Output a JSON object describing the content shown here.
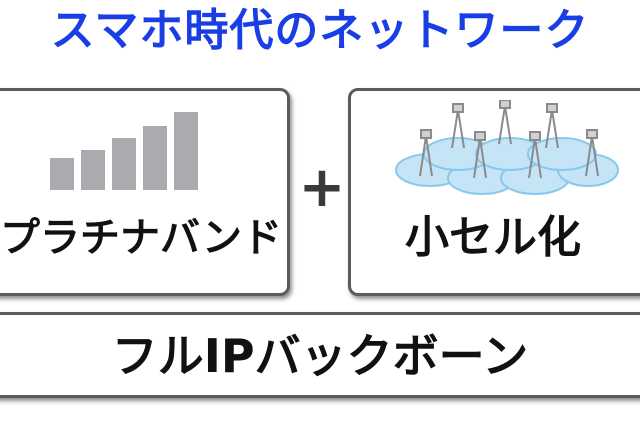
{
  "title": "スマホ時代のネットワーク",
  "left_box": {
    "label": "プラチナバンド",
    "icon": "signal-bars-icon"
  },
  "plus": "+",
  "right_box": {
    "label": "小セル化",
    "icon": "small-cell-towers-icon"
  },
  "bottom_box": {
    "label": "フルIPバックボーン"
  },
  "colors": {
    "title": "#1a3ee6",
    "bars": "#a9abae",
    "border": "#5b5b5b",
    "cell_fill": "#bfe3f7"
  }
}
